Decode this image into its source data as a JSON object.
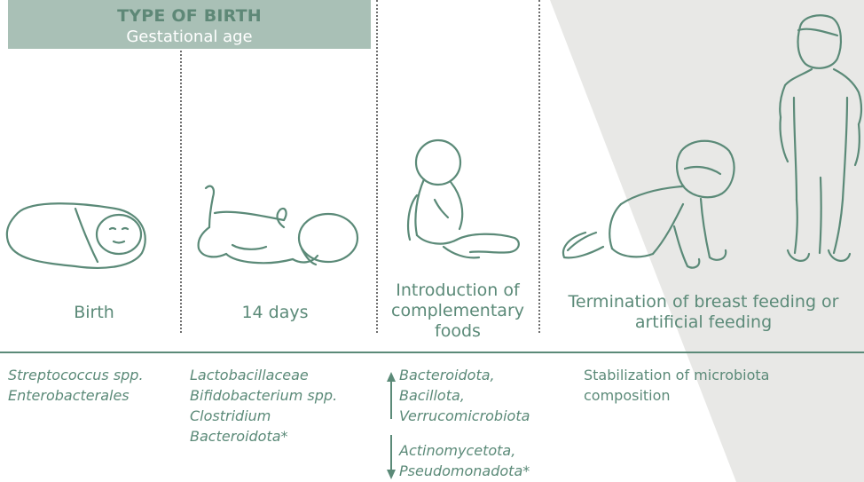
{
  "banner": {
    "title": "TYPE OF BIRTH",
    "subtitle": "Gestational age"
  },
  "stages": [
    {
      "label": "Birth",
      "icon": "swaddled-newborn-icon"
    },
    {
      "label": "14 days",
      "icon": "lying-baby-icon"
    },
    {
      "label": "Introduction of complementary foods",
      "icon": "sitting-baby-icon"
    },
    {
      "label": "Termination of breast feeding or artificial feeding",
      "icon": "crawling-and-standing-child-icon"
    }
  ],
  "microbiota": {
    "birth": [
      "Streptococcus spp.",
      "Enterobacterales"
    ],
    "days14": [
      "Lactobacillaceae",
      "Bifidobacterium spp.",
      "Clostridium",
      "Bacteroidota*"
    ],
    "complementary_up": [
      "Bacteroidota,",
      "Bacillota,",
      "Verrucomicrobiota"
    ],
    "complementary_down": [
      "Actinomycetota,",
      "Pseudomonadota*"
    ],
    "stabilization": [
      "Stabilization of microbiota",
      "composition"
    ]
  },
  "colors": {
    "accent": "#5b8a78",
    "banner": "#a9c0b6",
    "background_wedge": "#e8e8e6"
  }
}
